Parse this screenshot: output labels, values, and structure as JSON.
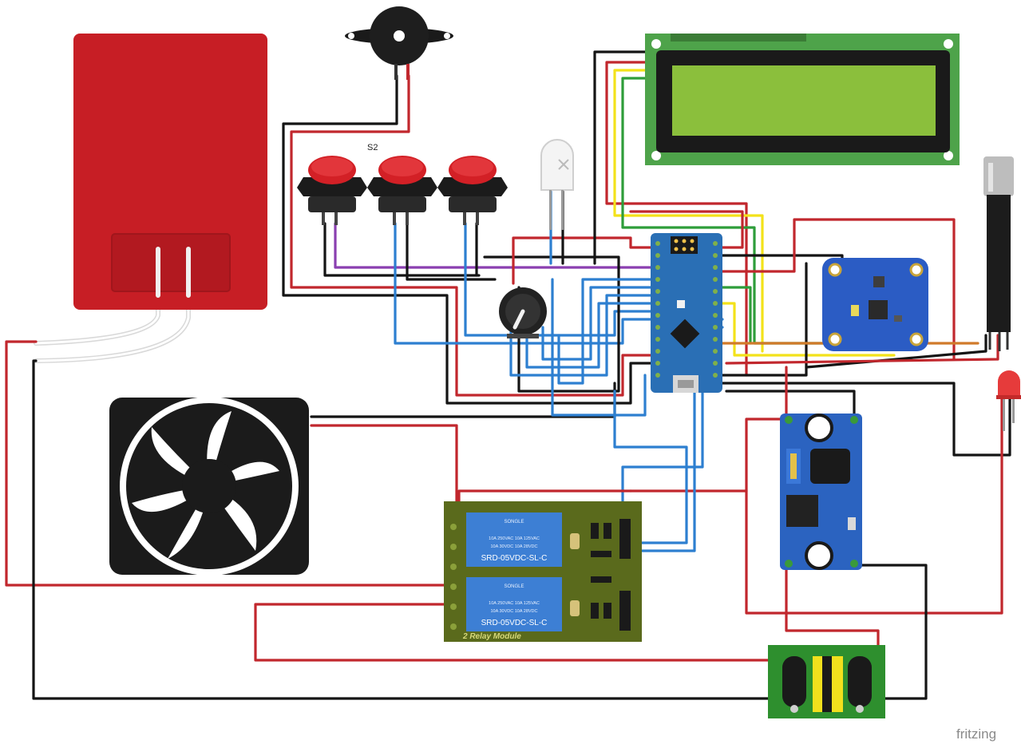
{
  "labels": {
    "button_group": "S2",
    "watermark": "fritzing"
  },
  "relay_module": {
    "brand": "SONGLE",
    "rating_line1": "10A 250VAC  10A 125VAC",
    "rating_line2": "10A 30VDC  10A 28VDC",
    "model": "SRD-05VDC-SL-C",
    "footer": "2 Relay Module"
  },
  "colors": {
    "wire_red": "#c1272d",
    "wire_black": "#141414",
    "wire_blue": "#2d7fd0",
    "wire_yellow": "#f3e21a",
    "wire_green": "#2e9d3a",
    "wire_purple": "#8a3fb0",
    "wire_white": "#f2f2f2",
    "heater": "#c71e25",
    "lcd_board": "#4ea34a",
    "lcd_screen": "#8bbf3c",
    "arduino_board": "#2a6fb5",
    "sensor_board": "#2b5cc4",
    "relay_board": "#5a6a1c",
    "relay_coil": "#3d7fd4",
    "buck_board": "#2b63c0",
    "power_board": "#2e8f2e"
  },
  "components": [
    "heater-pad",
    "buzzer",
    "push-button-1",
    "push-button-2",
    "push-button-3",
    "white-led",
    "lcd-display",
    "temperature-probe",
    "arduino-nano",
    "potentiometer",
    "imu-sensor-board",
    "red-led",
    "cooling-fan",
    "relay-module",
    "buck-converter",
    "ac-dc-power-module"
  ]
}
